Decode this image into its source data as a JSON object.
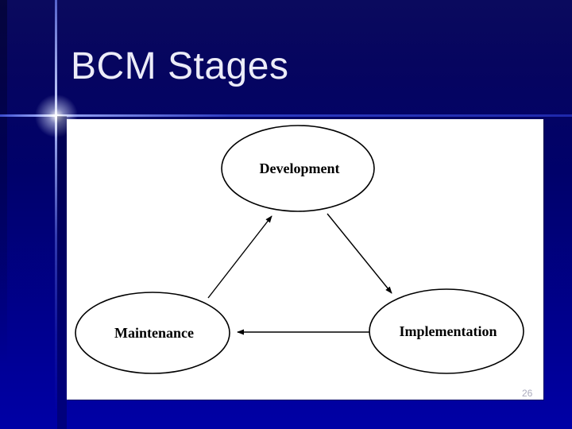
{
  "slide": {
    "title": "BCM Stages",
    "page_number": "26"
  },
  "diagram": {
    "type": "cycle",
    "nodes": [
      {
        "id": "development",
        "label": "Development"
      },
      {
        "id": "maintenance",
        "label": "Maintenance"
      },
      {
        "id": "implementation",
        "label": "Implementation"
      }
    ],
    "edges": [
      {
        "from": "development",
        "to": "implementation"
      },
      {
        "from": "implementation",
        "to": "maintenance"
      },
      {
        "from": "maintenance",
        "to": "development"
      }
    ]
  },
  "colors": {
    "background_top": "#0a0a5e",
    "background_bottom": "#0000a6",
    "title_text": "#ececf8",
    "accent_line": "#ffffff",
    "canvas_background": "#ffffff",
    "diagram_ink": "#000000",
    "page_number_text": "#aaaabc"
  }
}
